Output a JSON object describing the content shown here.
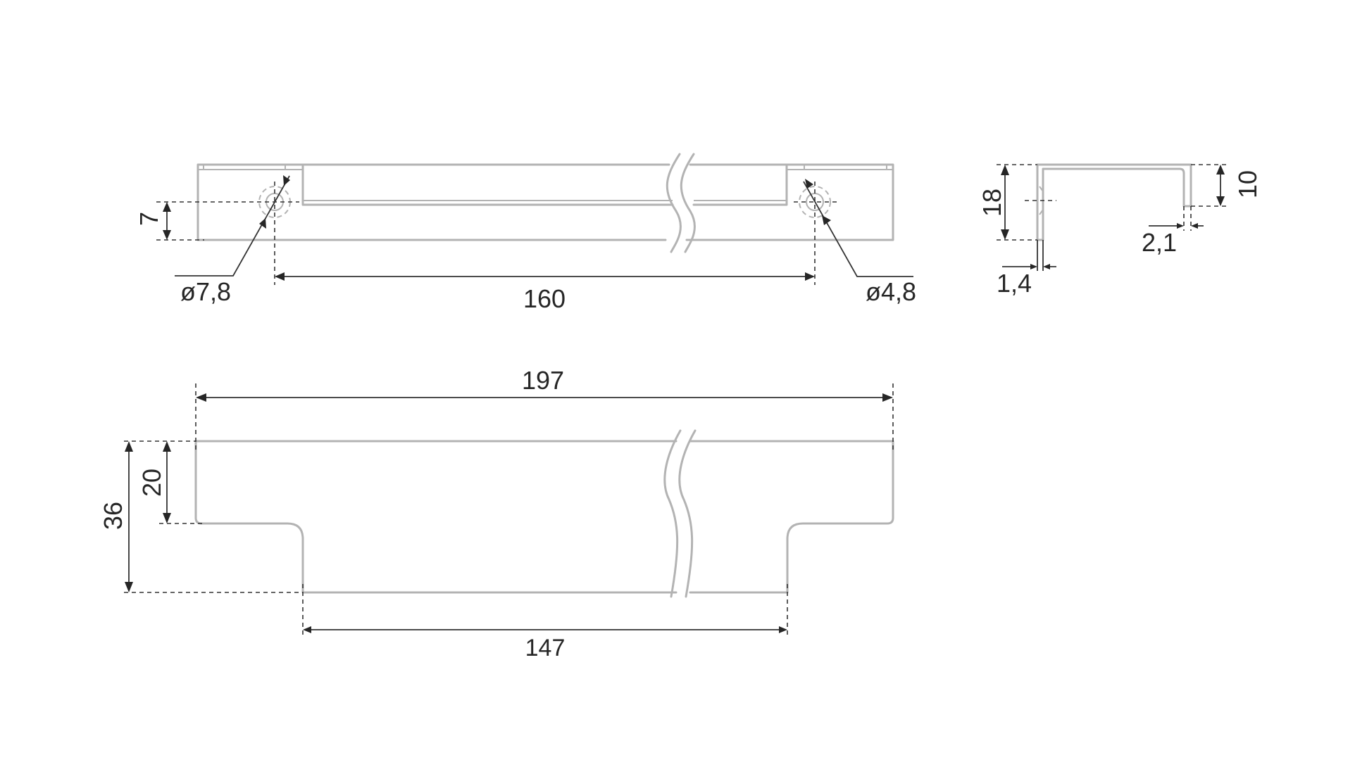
{
  "drawing": {
    "title": "Furniture handle technical drawing",
    "line_color": "#b3b3b3",
    "dimension_color": "#262626",
    "background": "#ffffff"
  },
  "top_view": {
    "dimensions": {
      "hole_offset": "7",
      "hole_spacing": "160",
      "hole_left_diameter": "ø7,8",
      "hole_right_diameter": "ø4,8"
    }
  },
  "side_view": {
    "dimensions": {
      "height": "18",
      "lip_height": "10",
      "lip_thickness": "2,1",
      "wall_thickness": "1,4"
    }
  },
  "front_view": {
    "dimensions": {
      "overall_length": "197",
      "inner_length": "147",
      "overall_height": "36",
      "flange_height": "20"
    }
  }
}
